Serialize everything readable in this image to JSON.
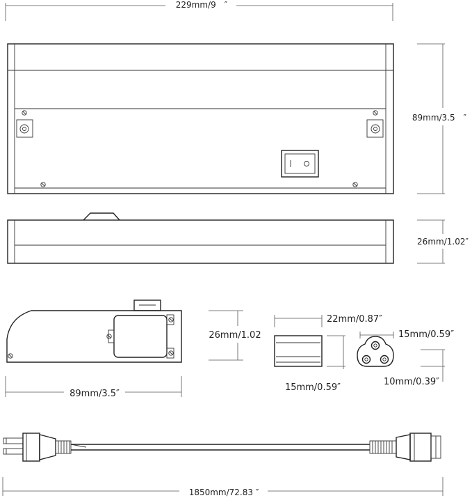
{
  "dimensions": {
    "width_top": "229mm/9　″",
    "height_front": "89mm/3.5　″",
    "height_side": "26mm/1.02″",
    "switchbox_height": "26mm/1.02",
    "switchbox_width": "89mm/3.5″",
    "connector_width": "22mm/0.87″",
    "connector_height": "15mm/0.59″",
    "socket_width": "15mm/0.59″",
    "socket_height": "10mm/0.39″",
    "cord_length": "1850mm/72.83 ″"
  },
  "icons": {
    "rocker_switch": "rocker-switch-icon",
    "screw": "screw-icon",
    "plug": "ac-plug-icon",
    "socket": "three-pin-socket-icon"
  }
}
